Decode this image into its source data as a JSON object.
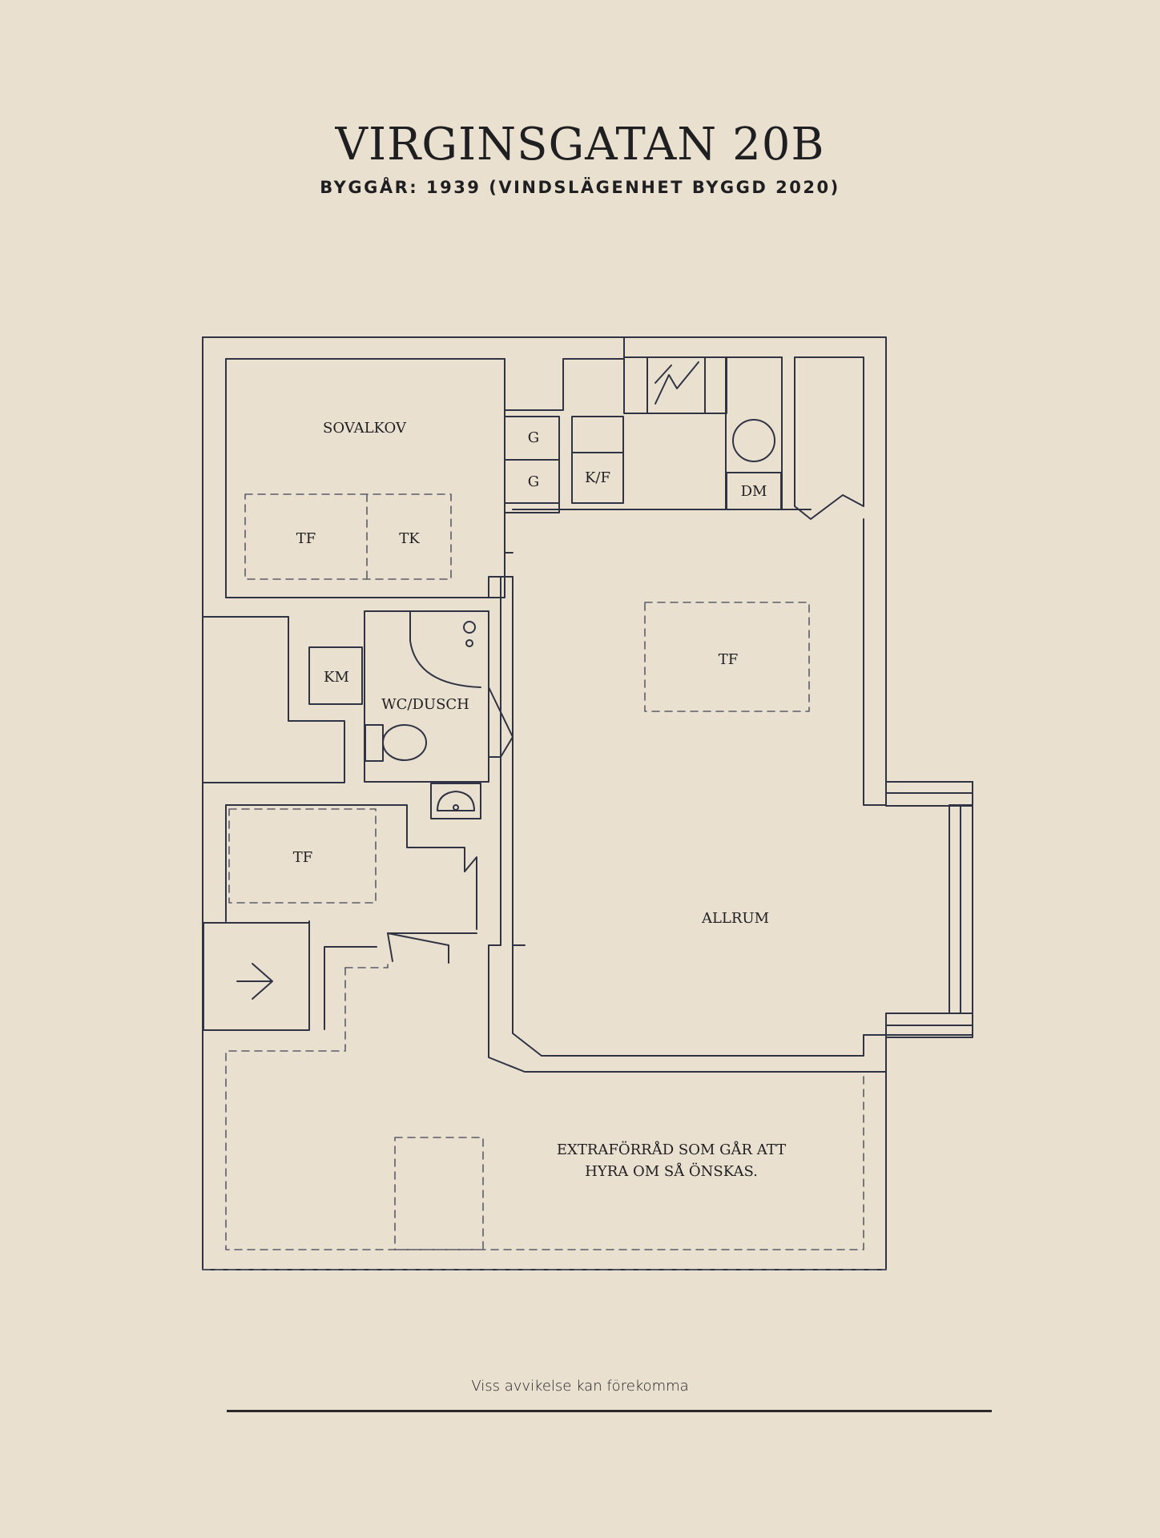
{
  "header": {
    "title": "VIRGINSGATAN 20B",
    "subtitle": "BYGGÅR: 1939 (VINDSLÄGENHET BYGGD 2020)"
  },
  "plan": {
    "rooms": {
      "sovalkov": "SOVALKOV",
      "g1": "G",
      "g2": "G",
      "kf": "K/F",
      "dm": "DM",
      "tf_bed": "TF",
      "tk": "TK",
      "tf_main": "TF",
      "km": "KM",
      "wc": "WC/DUSCH",
      "tf_left": "TF",
      "allrum": "ALLRUM",
      "extra_1": "EXTRAFÖRRÅD SOM GÅR ATT",
      "extra_2": "HYRA OM SÅ ÖNSKAS."
    },
    "line_color": "#2f3344"
  },
  "footer": {
    "disclaimer": "Viss avvikelse kan förekomma"
  }
}
